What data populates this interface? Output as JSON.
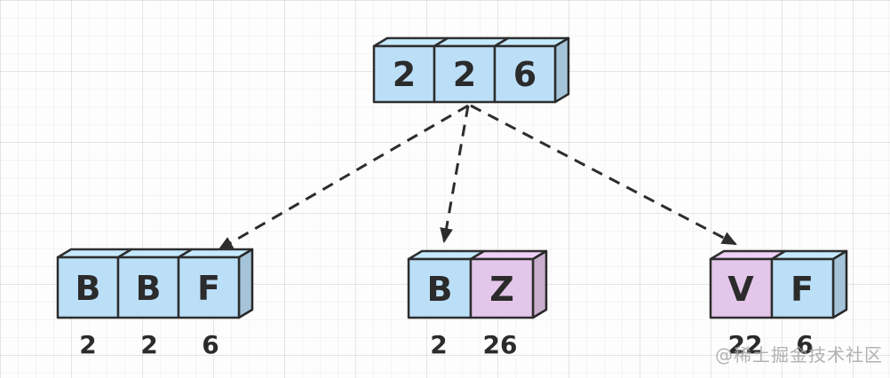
{
  "diagram": {
    "type": "tree",
    "description_colors": {
      "blue": "normal cell",
      "pink": "highlighted cell"
    },
    "root": {
      "cells": [
        {
          "label": "2",
          "color": "blue"
        },
        {
          "label": "2",
          "color": "blue"
        },
        {
          "label": "6",
          "color": "blue"
        }
      ]
    },
    "children": [
      {
        "cells": [
          {
            "label": "B",
            "color": "blue"
          },
          {
            "label": "B",
            "color": "blue"
          },
          {
            "label": "F",
            "color": "blue"
          }
        ],
        "below": [
          "2",
          "2",
          "6"
        ]
      },
      {
        "cells": [
          {
            "label": "B",
            "color": "blue"
          },
          {
            "label": "Z",
            "color": "pink"
          }
        ],
        "below": [
          "2",
          "26"
        ]
      },
      {
        "cells": [
          {
            "label": "V",
            "color": "pink"
          },
          {
            "label": "F",
            "color": "blue"
          }
        ],
        "below": [
          "22",
          "6"
        ]
      }
    ]
  },
  "watermark": "@稀土掘金技术社区",
  "colors": {
    "cell_blue": "#BCDFF8",
    "cell_pink": "#E4C6EA",
    "stroke": "#2D2D2D",
    "text": "#2B2B2B",
    "watermark": "#A5A5A5"
  }
}
